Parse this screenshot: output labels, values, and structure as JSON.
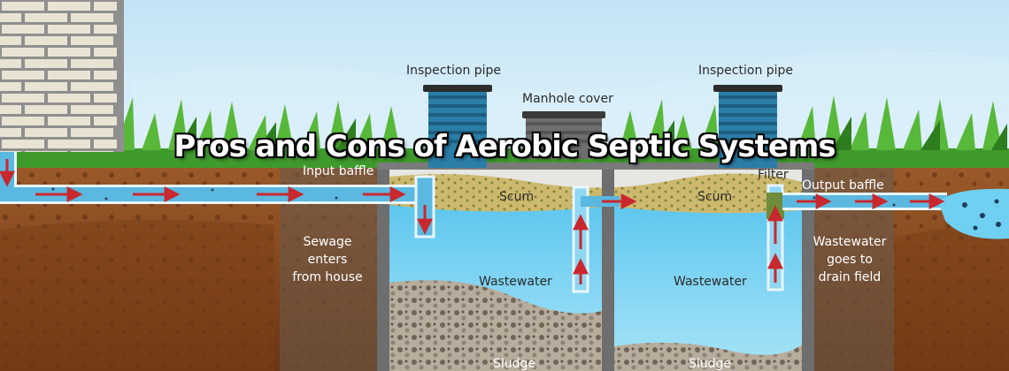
{
  "title": "Pros and Cons of Aerobic Septic Systems",
  "labels": {
    "inspection_pipe_left": "Inspection pipe",
    "manhole_cover": "Manhole cover",
    "inspection_pipe_right": "Inspection pipe",
    "input_baffle": "Input baffle",
    "scum_left": "Scum",
    "scum_right": "Scum",
    "filter": "Filter",
    "output_baffle": "Output baffle",
    "sewage_enters": "Sewage\nenters\nfrom house",
    "wastewater_left": "Wastewater",
    "wastewater_right": "Wastewater",
    "wastewater_goes": "Wastewater\ngoes to\ndrain field",
    "sludge_left": "Sludge",
    "sludge_right": "Sludge"
  },
  "colors": {
    "sky": "#cfe9f7",
    "grass": "#3f9a2c",
    "soil": "#8a4a22",
    "water": "#7fd2f0",
    "scum": "#c9b56a",
    "sludge": "#8a7a66",
    "pipe": "#4aa8d8",
    "arrow": "#c8282e",
    "tank_wall": "#6e6e6e",
    "brick": "#e7e1d2"
  }
}
